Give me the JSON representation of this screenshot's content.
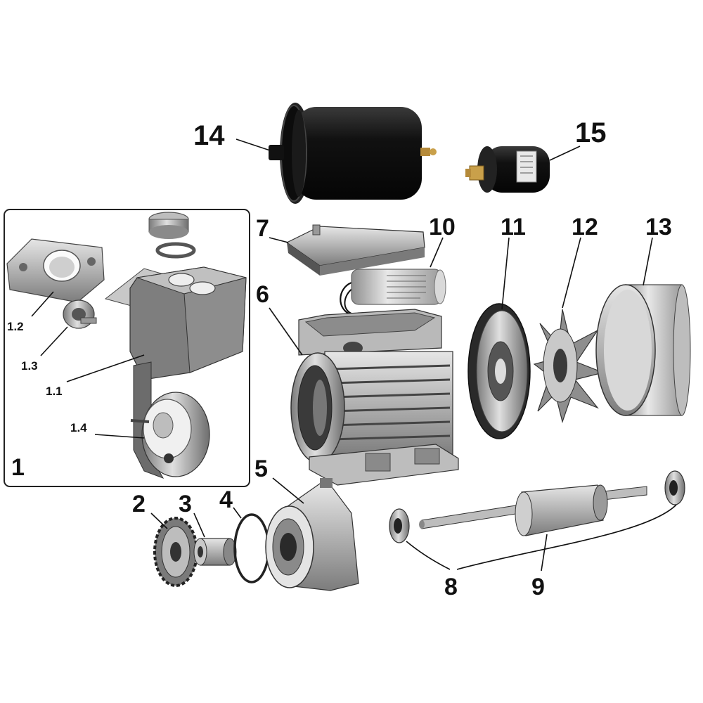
{
  "labels": {
    "p1": "1",
    "p1_1": "1.1",
    "p1_2": "1.2",
    "p1_3": "1.3",
    "p1_4": "1.4",
    "p2": "2",
    "p3": "3",
    "p4": "4",
    "p5": "5",
    "p6": "6",
    "p7": "7",
    "p8": "8",
    "p9": "9",
    "p10": "10",
    "p11": "11",
    "p12": "12",
    "p13": "13",
    "p14": "14",
    "p15": "15"
  },
  "colors": {
    "metal_light": "#d9d9d9",
    "metal_mid": "#a8a8a8",
    "metal_dark": "#5a5a5a",
    "black_part": "#161616",
    "brass": "#c9a04a",
    "capacitor": "#f2f2f2"
  }
}
